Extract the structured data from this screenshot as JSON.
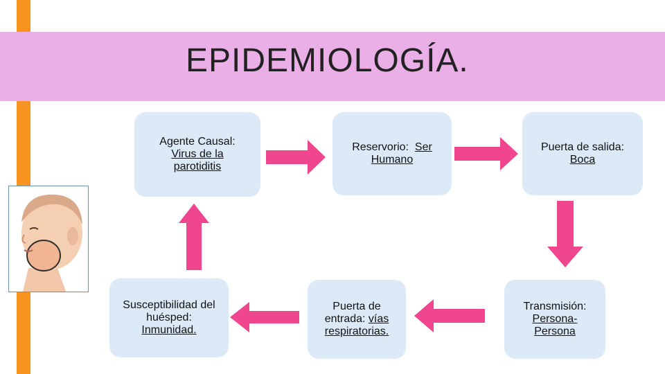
{
  "title": "EPIDEMIOLOGÍA.",
  "boxes": {
    "agente": {
      "line1": "Agente Causal:",
      "line2": "Virus de la",
      "line3": "parotiditis"
    },
    "reservorio": {
      "line1a": "Reservorio:  ",
      "line1b": "Ser",
      "line2": "Humano"
    },
    "salida": {
      "line1": "Puerta de salida:",
      "line2": "Boca"
    },
    "susceptibilidad": {
      "line1": "Susceptibilidad del",
      "line2": "huésped:",
      "line3": "Inmunidad."
    },
    "entrada": {
      "line1": "Puerta de",
      "line2a": "entrada: ",
      "line2b": "vías",
      "line3": "respiratorias."
    },
    "transmision": {
      "line1": "Transmisión:",
      "line2": "Persona-",
      "line3": "Persona"
    }
  },
  "colors": {
    "arrow": "#f0468e",
    "band": "#e9afe6",
    "accent_bar": "#f7931e",
    "box": "#dbeaf6"
  }
}
